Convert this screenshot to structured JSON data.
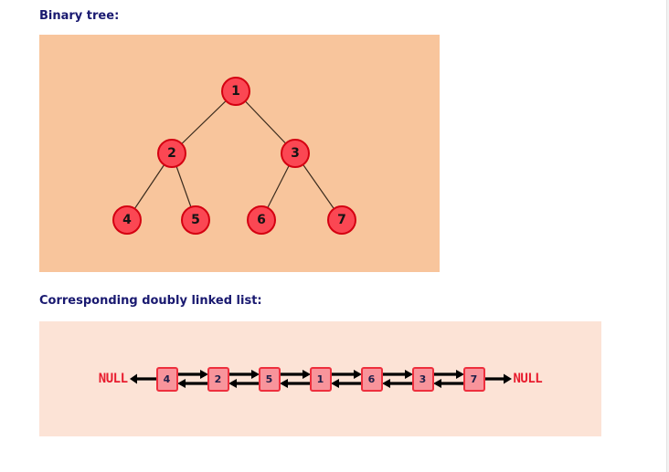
{
  "headings": {
    "binary_tree": "Binary tree:",
    "linked_list": "Corresponding doubly linked list:"
  },
  "tree": {
    "values": [
      "1",
      "2",
      "3",
      "4",
      "5",
      "6",
      "7"
    ],
    "edges": [
      "1-2",
      "1-3",
      "2-4",
      "2-5",
      "3-6",
      "3-7"
    ]
  },
  "list": {
    "values": [
      "4",
      "2",
      "5",
      "1",
      "6",
      "3",
      "7"
    ],
    "null_left": "NULL",
    "null_right": "NULL"
  },
  "colors": {
    "heading_color": "#191970",
    "tree_bg": "#f8c59c",
    "tree_node_fill": "#fb4753",
    "tree_node_border": "#d40011",
    "edge_color": "#3b2c1e",
    "list_bg": "#fce3d6",
    "list_node_fill": "#f8949b",
    "list_node_border": "#ee2f3d",
    "null_color": "#e81c2e",
    "arrow_color": "#000000"
  }
}
